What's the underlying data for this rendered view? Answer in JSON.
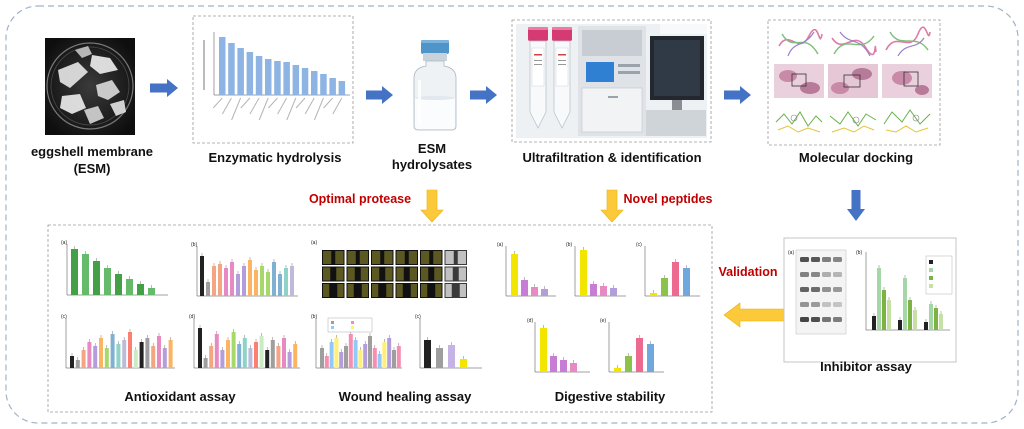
{
  "figure": {
    "steps": {
      "esm": {
        "line1": "eggshell membrane",
        "line2": "(ESM)"
      },
      "enzymatic_hydrolysis": "Enzymatic hydrolysis",
      "hydrolysates": {
        "line1": "ESM",
        "line2": "hydrolysates"
      },
      "ultrafiltration": "Ultrafiltration & identification",
      "molecular_docking": "Molecular docking",
      "inhibitor_assay": "Inhibitor assay",
      "antioxidant_assay": "Antioxidant assay",
      "wound_healing_assay": "Wound healing assay",
      "digestive_stability": "Digestive stability"
    },
    "connectors": {
      "optimal_protease": "Optimal protease",
      "novel_peptides": "Novel peptides",
      "validation": "Validation"
    },
    "panel_letters": {
      "antioxidant": [
        "(a)",
        "(b)",
        "(c)",
        "(d)"
      ],
      "wound_healing": [
        "(a)",
        "(b)",
        "(c)"
      ],
      "digestive": [
        "(a)",
        "(b)",
        "(c)",
        "(d)",
        "(e)"
      ],
      "inhibitor": [
        "(a)",
        "(b)"
      ]
    },
    "colors": {
      "flow_arrow": "#4472c4",
      "connector_arrow": "#fcc93a",
      "connector_text": "#c00000"
    }
  }
}
